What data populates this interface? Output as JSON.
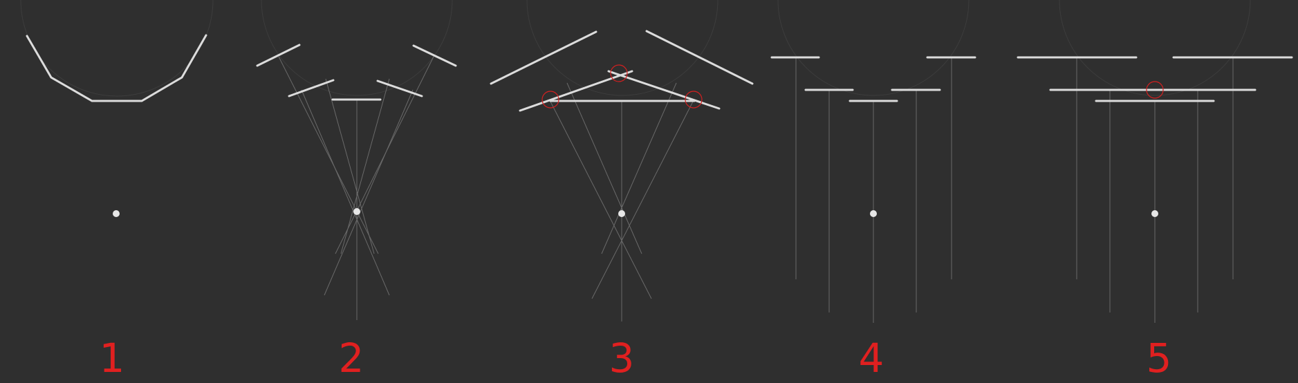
{
  "colors": {
    "background": "#2f2f2f",
    "segment": "#dcdcdc",
    "ray": "#6a6a6a",
    "guide": "#3d3d3d",
    "pivot": "#e6e6e6",
    "accent_red": "#e02020"
  },
  "panels": [
    {
      "number": "1"
    },
    {
      "number": "2"
    },
    {
      "number": "3"
    },
    {
      "number": "4"
    },
    {
      "number": "5"
    }
  ]
}
